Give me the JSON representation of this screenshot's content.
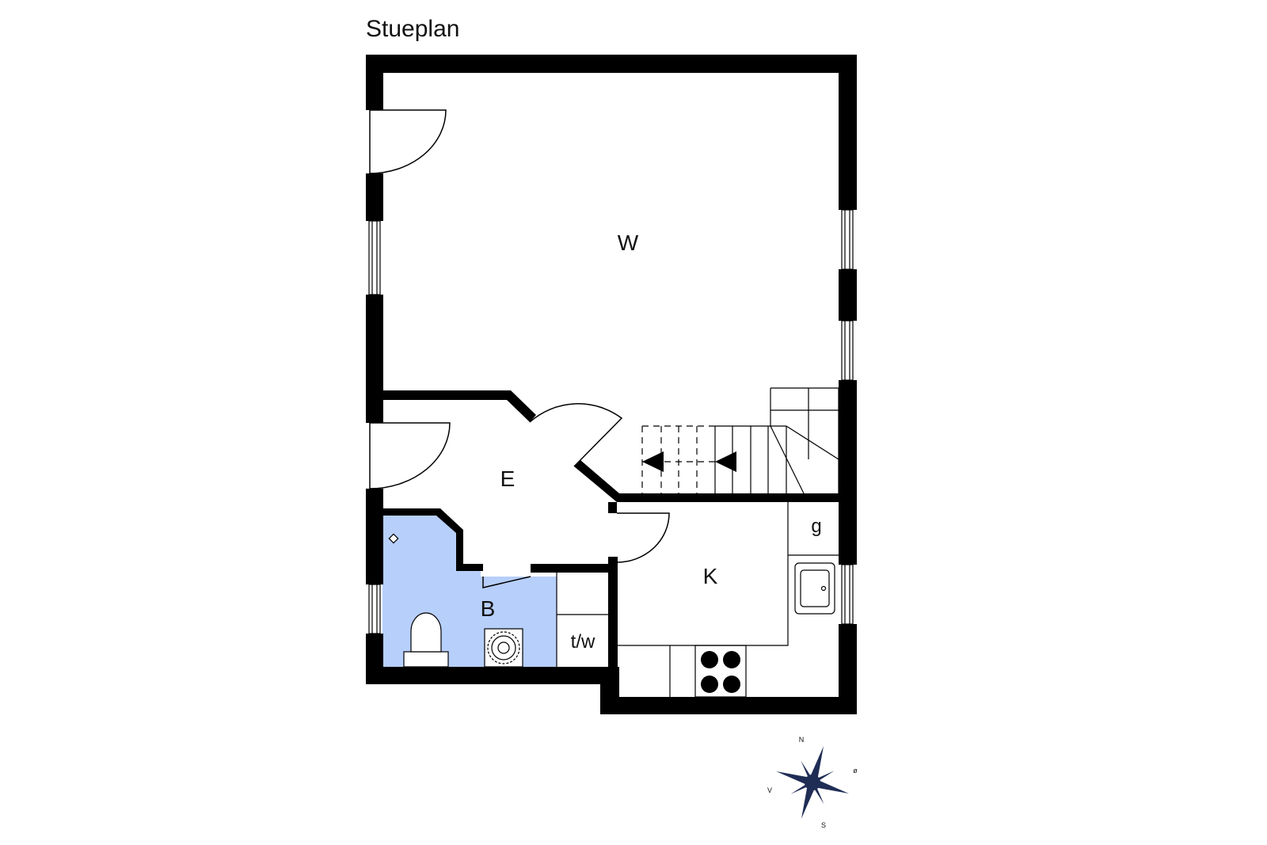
{
  "title": "Stueplan",
  "rooms": {
    "living": "W",
    "entry": "E",
    "bathroom": "B",
    "kitchen": "K",
    "washer_dryer": "t/w",
    "g_cabinet": "g"
  },
  "compass": {
    "north": "N",
    "east": "ø",
    "south": "S",
    "west": "V"
  },
  "colors": {
    "wall": "#000000",
    "bathroom_fill": "#b7cffb",
    "compass": "#1f2d55"
  }
}
